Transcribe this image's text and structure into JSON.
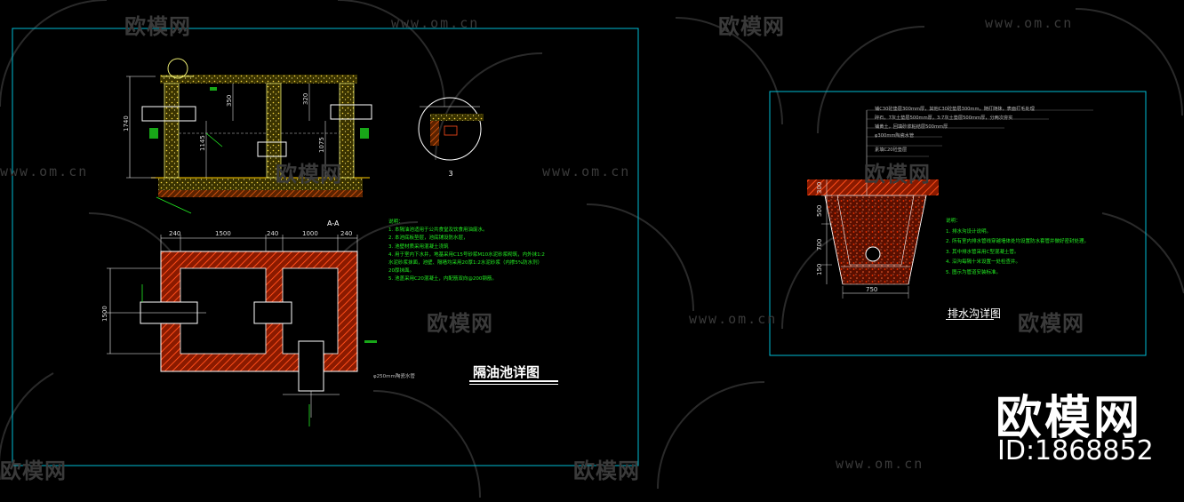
{
  "watermarks": {
    "brand": "欧模网",
    "url": "www.om.cn",
    "corner_brand": "欧模网",
    "corner_id": "ID:1868852"
  },
  "drawing_left": {
    "title": "隔油池详图",
    "section_label": "A-A",
    "detail_label": "3",
    "pipe_label": "φ250mm陶瓷水管",
    "notes_heading": "说明：",
    "notes": [
      "1. 本隔油池适用于公共食堂及饮食用油废水。",
      "2. 本池底板垫层，池底铺设防水层，",
      "3. 池壁材质采用混凝土浇筑",
      "4. 用于室内下水井，地基采用C15号砂浆M10水泥砂浆砌筑，内外抹1:2",
      "   水泥砂浆抹面，池壁、隔墙均采用20厚1:2水泥砂浆（内掺5%防水剂）",
      "   20厚抹面。",
      "5. 池盖采用C20混凝土，内配筋双向@200钢筋。"
    ],
    "dims_plan": [
      "240",
      "1500",
      "240",
      "1000",
      "240"
    ],
    "dim_plan_height": "1500",
    "dims_section": [
      "1740",
      "1145",
      "350",
      "320",
      "1075"
    ]
  },
  "drawing_right": {
    "title": "排水沟详图",
    "layers": [
      "铺C30砼垫层300mm厚，其他C30砼垫层300mm，随打随抹，表面打毛处理",
      "碎石，7灰土垫层500mm厚，3:7灰土垫层500mm厚，分两次夯实",
      "铺黄土，回填砂浆粘结层500mm厚",
      "φ300mm陶瓷水管",
      "素填C20砼垫层"
    ],
    "dims": [
      "300",
      "500",
      "700",
      "150",
      "750"
    ],
    "notes_heading": "说明：",
    "notes": [
      "1. 排水沟设计说明。",
      "2. 所有室内排水管线穿越墙体处均设置防水套管并做好密封处理。",
      "3. 其中排水管采用C型混凝土管。",
      "4. 沿沟每隔十米设置一处检查井。",
      "5. 图示为管道安装标准。"
    ]
  },
  "colors": {
    "frame": "#00bcd4",
    "wall": "#e8e870",
    "hatch": "#cc3300",
    "concrete": "#ffcc00",
    "note": "#22ee22",
    "background": "#000000"
  }
}
